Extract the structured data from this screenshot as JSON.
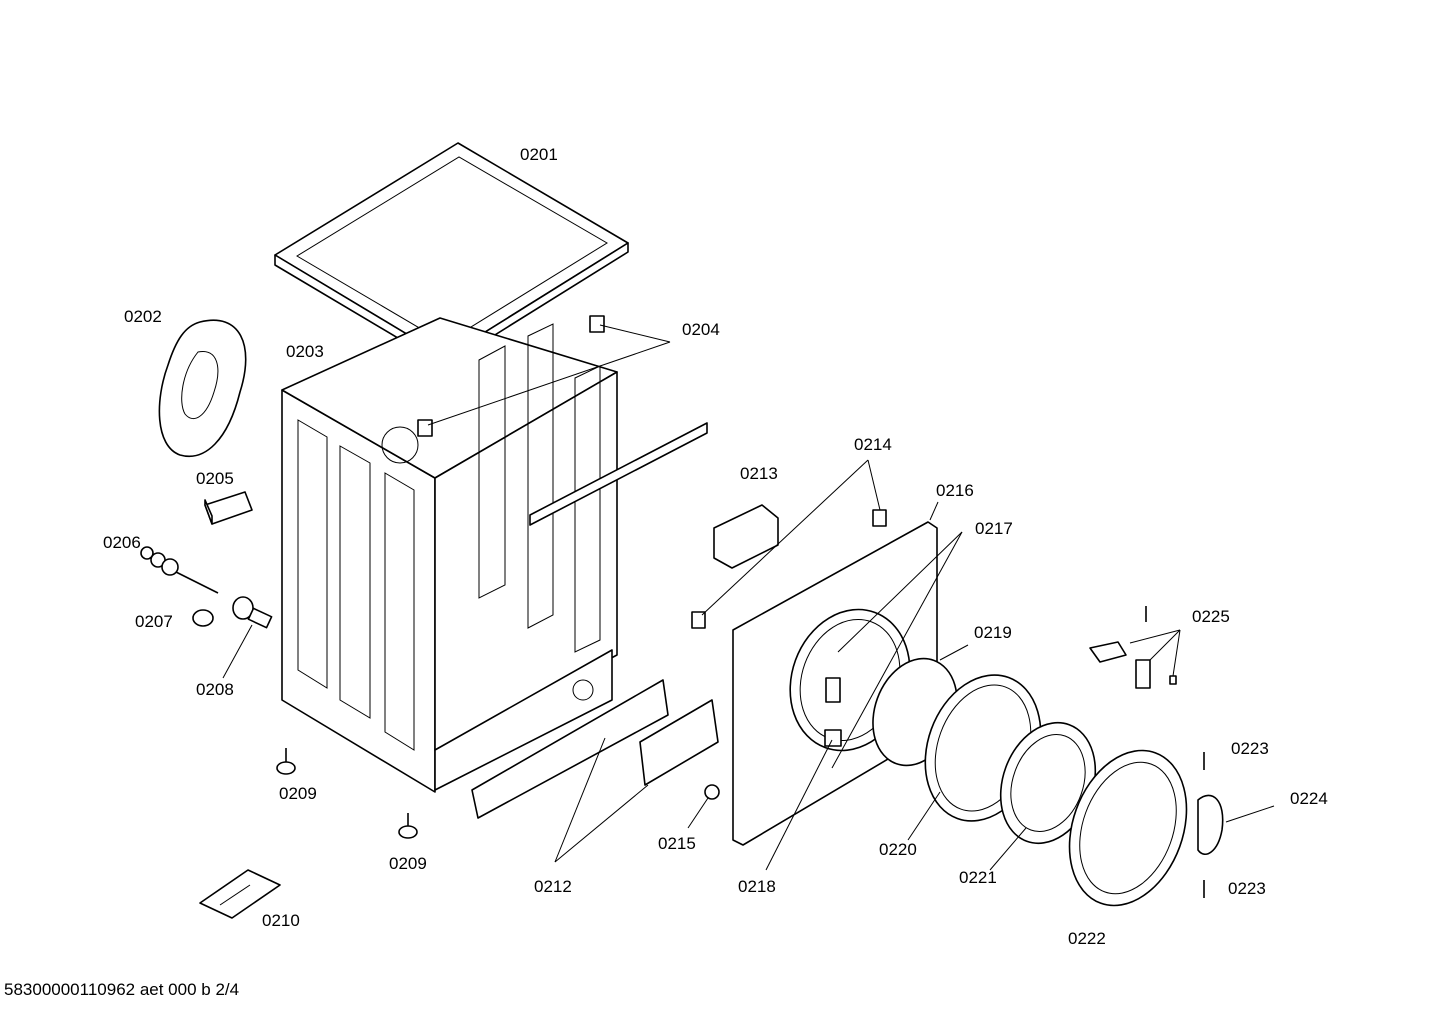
{
  "diagram": {
    "part_labels": {
      "p0201": "0201",
      "p0202": "0202",
      "p0203": "0203",
      "p0204": "0204",
      "p0205": "0205",
      "p0206": "0206",
      "p0207": "0207",
      "p0208": "0208",
      "p0209a": "0209",
      "p0209b": "0209",
      "p0210": "0210",
      "p0212": "0212",
      "p0213": "0213",
      "p0214": "0214",
      "p0215": "0215",
      "p0216": "0216",
      "p0217": "0217",
      "p0218": "0218",
      "p0219": "0219",
      "p0220": "0220",
      "p0221": "0221",
      "p0222": "0222",
      "p0223a": "0223",
      "p0223b": "0223",
      "p0224": "0224",
      "p0225": "0225"
    },
    "footer": "58300000110962 aet 000 b 2/4"
  }
}
